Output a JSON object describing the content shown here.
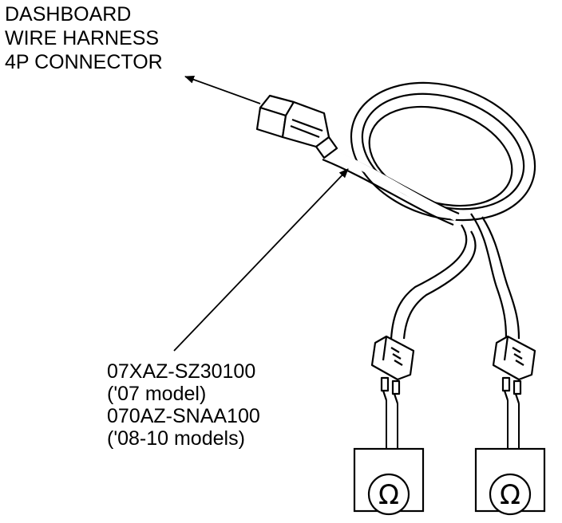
{
  "connector_callout": {
    "lines": [
      "DASHBOARD",
      "WIRE HARNESS",
      "4P CONNECTOR"
    ]
  },
  "harness_callout": {
    "lines": [
      "07XAZ-SZ30100",
      "('07 model)",
      "070AZ-SNAA100",
      "('08-10 models)"
    ]
  },
  "meters": [
    {
      "symbol": "Ω"
    },
    {
      "symbol": "Ω"
    }
  ]
}
